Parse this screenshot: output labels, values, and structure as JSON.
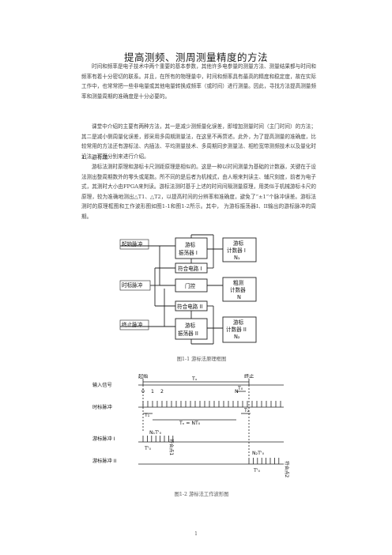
{
  "title": "提高测频、测周测量精度的方法",
  "paragraphs": [
    "时间和频率是电子技术中两个重要的基本参数，其他许多电参量的测量方法、测量结果都与时间和频率有着十分密切的联系。并且，在所有的物理量中，时间和频率具有最高的精度和稳定度，故在实际工作中，也常常把一些非电量或其他电量转换成频率（或时间）进行测量。因此，寻找方法提高测量频率和测量周期的准确度是十分必要的。",
    "课堂中介绍的主要有两种方法，其一是减少测频量化误差，即增加测量时间（主门时间）的方法；其二是减小侧周量化误差，即采用多周期测量法，在这里不再赘述。此外，为了提高测量的准确度，比较常用的方法还有游标法、内插法、平均测量技术、多周期同步测量法、相检宽带测频技术以及量化时沿法。下面分别来进行介绍。",
    "游标法测时原理和游标卡尺测距原理是相似的。这是一种以时间测量为基础的计数器，关键在于设法测出整周期数外的零头或尾数。所不同的是后者为机械式，由人眼来判读主、辅尺刻度，前者为电子式，其测时大小由FPGA来判读。游标法测时基于上述的时间间隔测量原理，用类似于机械游标卡尺的原理，较为准确地测出△T1、△T2，以提高时间的分辨率和准确度，避免了“±1”个脉冲误差。游标法测时的原理框图和工作波形图如图1-1和图1-2所示。其中， 为游标振荡器I、II输出的游标脉冲的周期。"
  ],
  "section_heading": "1、 游标法",
  "figure1": {
    "caption": "图1-1  游标法原理框图",
    "labels": {
      "start_pulse": "起始脉冲",
      "clock_pulse": "时标脉冲",
      "stop_pulse": "终止脉冲",
      "osc1": [
        "游标",
        "振荡器 I"
      ],
      "osc2": [
        "游标",
        "振荡器 II"
      ],
      "coin1": "符合电路 I",
      "coin2": "符合电路 II",
      "gate": "门控",
      "counter1": [
        "游标",
        "计数器 I",
        "N₁"
      ],
      "counter_main": [
        "粗测",
        "计数器",
        "N"
      ],
      "counter2": [
        "游标",
        "计数器 II",
        "N₂"
      ]
    }
  },
  "figure2": {
    "caption": "图1-2  游标法工作波形图",
    "labels": {
      "input": "输入信号",
      "start": "起始",
      "stop": "终止",
      "tx": "Tₓ",
      "t0": "T₀",
      "clock": "时标脉冲",
      "vernier1": "游标脉冲 I",
      "vernier2": "游标脉冲 II",
      "tick_labels": [
        "0",
        "1",
        "2",
        "N"
      ],
      "t1": "T₁",
      "t2": "T₂",
      "tn": "Tₙ = NT₀",
      "n1t0": "N₁T'₀",
      "n2t0": "N₂T'₀",
      "tp1": "T'₀",
      "tp2": "T'₀",
      "coin_pt1": "符合点1",
      "coin_pt2": "符合点2"
    }
  },
  "page_number": "1"
}
